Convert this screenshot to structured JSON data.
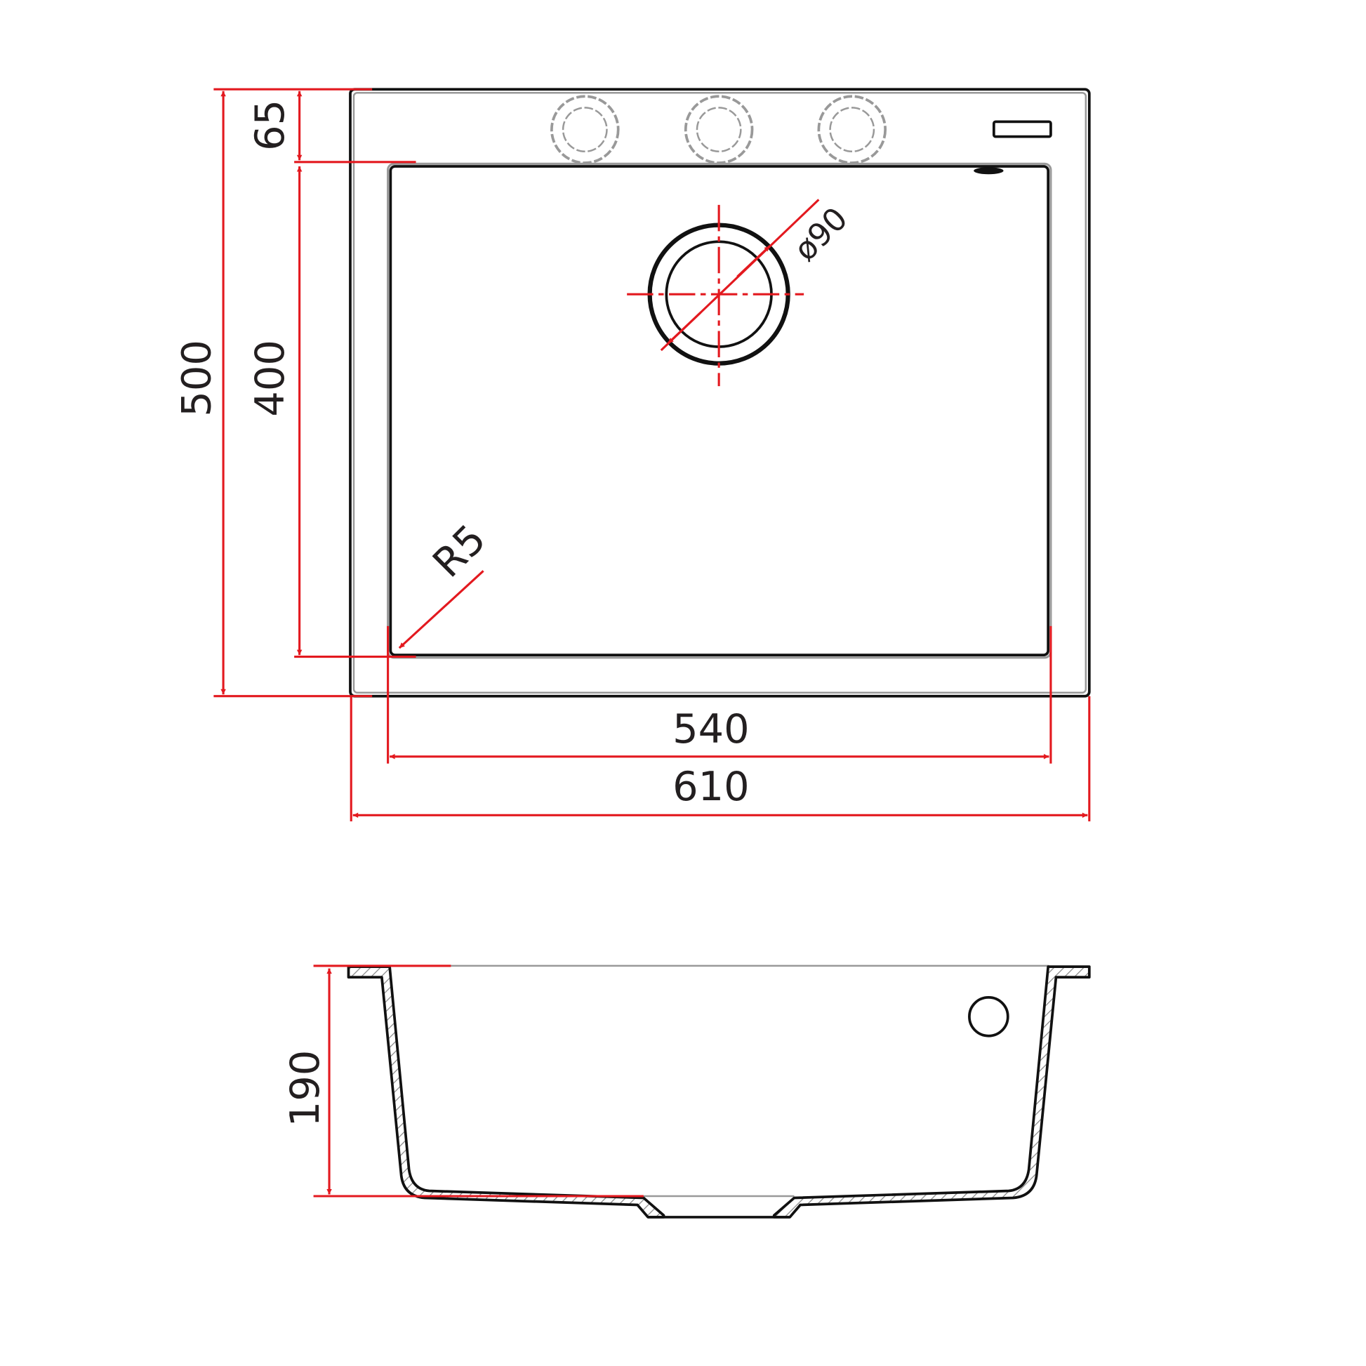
{
  "drawing": {
    "colors": {
      "dimension": "#e3191f",
      "outline": "#111111",
      "secondary": "#999999"
    },
    "top_view": {
      "overall_depth": "500",
      "rim_front": "65",
      "bowl_depth": "400",
      "bowl_width": "540",
      "overall_width": "610",
      "drain_diameter": "ø90",
      "corner_radius": "R5"
    },
    "side_view": {
      "bowl_height": "190"
    }
  }
}
